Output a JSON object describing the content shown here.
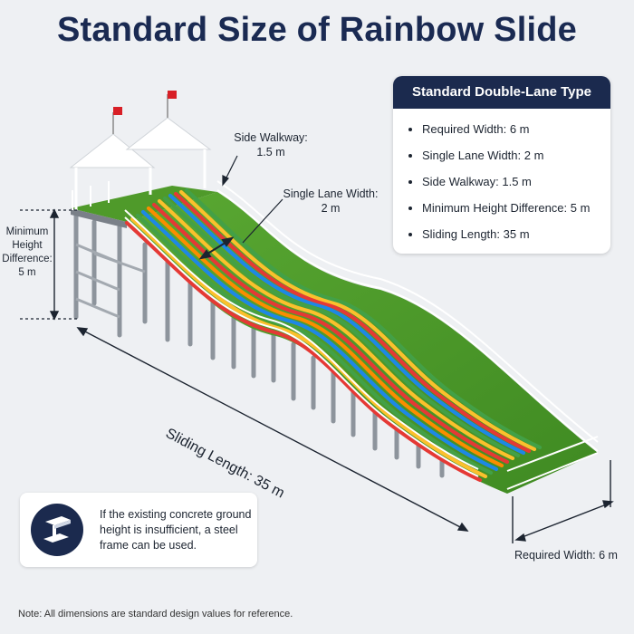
{
  "title": "Standard Size of Rainbow Slide",
  "spec_card": {
    "heading": "Standard Double-Lane Type",
    "items": [
      "Required Width: 6 m",
      "Single Lane Width: 2 m",
      "Side Walkway: 1.5 m",
      "Minimum Height Difference: 5 m",
      "Sliding Length: 35 m"
    ]
  },
  "callouts": {
    "side_walkway": [
      "Side Walkway:",
      "1.5 m"
    ],
    "single_lane": [
      "Single Lane Width:",
      "2 m"
    ],
    "min_height": [
      "Minimum",
      "Height",
      "Difference:",
      "5 m"
    ],
    "sliding_length": "Sliding Length: 35 m",
    "required_width": "Required Width: 6 m"
  },
  "steel_note": "If the existing concrete ground height is insufficient, a steel frame can be used.",
  "footnote": "Note: All dimensions are standard design values for reference.",
  "colors": {
    "accent_navy": "#1b2a4e",
    "turf": "#4f9a2a",
    "lanes": [
      "#e53935",
      "#fbc02d",
      "#43a047",
      "#1e88e5",
      "#fb8c00",
      "#e53935"
    ]
  },
  "icons": [
    "steel-beam-icon",
    "flag-icon"
  ]
}
